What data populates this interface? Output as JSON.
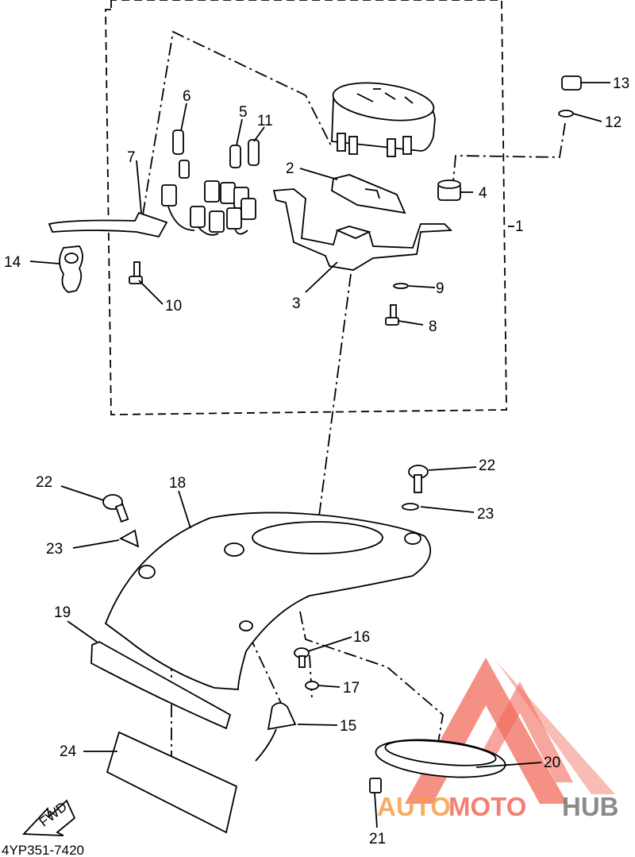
{
  "diagram_code": "4YP351-7420",
  "fwd_label": "FWD",
  "watermark": {
    "part1": "AUTO",
    "part2": "MOTO",
    "part3": "HUB",
    "color_red": "#f26b5b",
    "color_orange": "#f5a04a",
    "color_gray": "#777777"
  },
  "callouts": [
    {
      "id": "c1",
      "num": "1"
    },
    {
      "id": "c2",
      "num": "2"
    },
    {
      "id": "c3",
      "num": "3"
    },
    {
      "id": "c4",
      "num": "4"
    },
    {
      "id": "c5",
      "num": "5"
    },
    {
      "id": "c6",
      "num": "6"
    },
    {
      "id": "c7",
      "num": "7"
    },
    {
      "id": "c8",
      "num": "8"
    },
    {
      "id": "c9",
      "num": "9"
    },
    {
      "id": "c10",
      "num": "10"
    },
    {
      "id": "c11",
      "num": "11"
    },
    {
      "id": "c12",
      "num": "12"
    },
    {
      "id": "c13",
      "num": "13"
    },
    {
      "id": "c14",
      "num": "14"
    },
    {
      "id": "c15",
      "num": "15"
    },
    {
      "id": "c16",
      "num": "16"
    },
    {
      "id": "c17",
      "num": "17"
    },
    {
      "id": "c18",
      "num": "18"
    },
    {
      "id": "c19",
      "num": "19"
    },
    {
      "id": "c20",
      "num": "20"
    },
    {
      "id": "c21",
      "num": "21"
    },
    {
      "id": "c22a",
      "num": "22"
    },
    {
      "id": "c22b",
      "num": "22"
    },
    {
      "id": "c23a",
      "num": "23"
    },
    {
      "id": "c23b",
      "num": "23"
    },
    {
      "id": "c24",
      "num": "24"
    }
  ]
}
